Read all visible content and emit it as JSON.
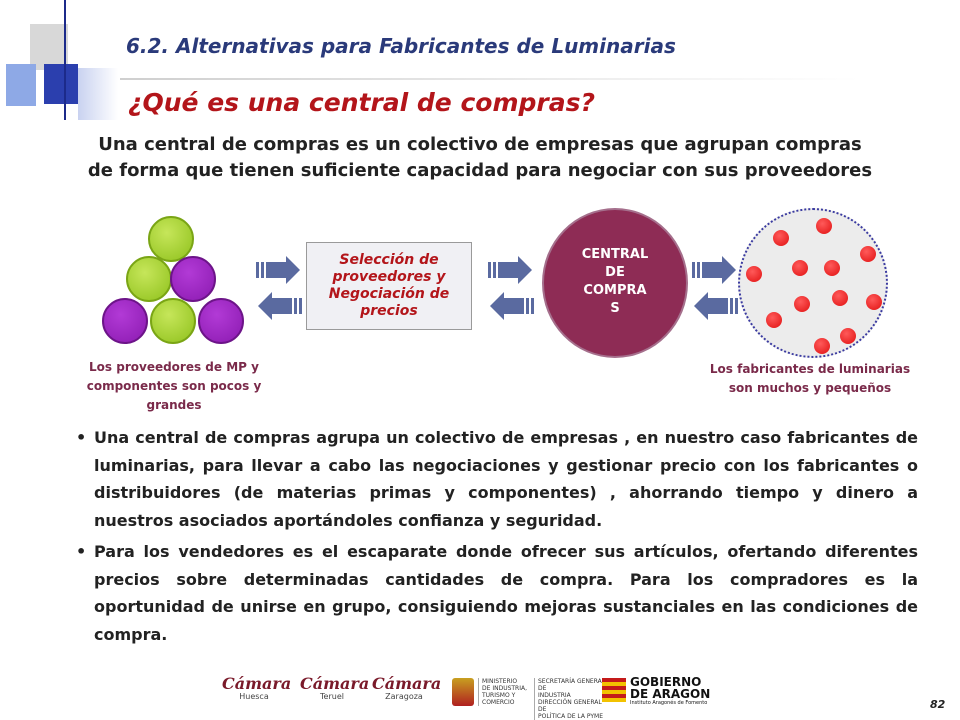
{
  "header": {
    "section_title": "6.2. Alternativas para Fabricantes de Luminarias",
    "main_title": "¿Qué es una central de compras?"
  },
  "intro": {
    "line1": "Una central de compras es un colectivo de empresas que agrupan compras",
    "line2": "de forma que tienen suficiente capacidad para negociar con sus proveedores"
  },
  "diagram": {
    "suppliers_caption": [
      "Los proveedores de MP y",
      "componentes son pocos y",
      "grandes"
    ],
    "box_text": [
      "Selección de",
      "proveedores y",
      "Negociación de",
      "precios"
    ],
    "central_label": [
      "CENTRAL",
      "DE",
      "COMPRA",
      "S"
    ],
    "manufacturers_caption": [
      "Los fabricantes de luminarias",
      "son muchos y pequeños"
    ]
  },
  "bullets": [
    "Una central de compras agrupa un colectivo de empresas , en nuestro caso fabricantes de luminarias, para llevar a cabo las negociaciones y gestionar precio con los fabricantes o distribuidores (de materias primas y componentes) , ahorrando tiempo y dinero a nuestros asociados aportándoles confianza y seguridad.",
    "Para los vendedores es el escaparate donde ofrecer sus artículos, ofertando diferentes precios sobre determinadas cantidades de compra. Para los compradores es la oportunidad de unirse en grupo, consiguiendo mejoras sustanciales en las condiciones de compra."
  ],
  "footer": {
    "logos": [
      {
        "name": "Cámara",
        "sub": "Huesca"
      },
      {
        "name": "Cámara",
        "sub": "Teruel"
      },
      {
        "name": "Cámara",
        "sub": "Zaragoza"
      }
    ],
    "ministry": [
      "MINISTERIO",
      "DE INDUSTRIA,",
      "TURISMO Y",
      "COMERCIO"
    ],
    "secretaria": [
      "SECRETARÍA GENERAL DE",
      "INDUSTRIA",
      "DIRECCIÓN GENERAL DE",
      "POLÍTICA DE LA PYME"
    ],
    "gobierno": [
      "GOBIERNO",
      "DE ARAGON"
    ],
    "gobierno_sub": "Instituto Aragonés de Fomento",
    "page_number": "82"
  },
  "colors": {
    "title_blue": "#2a3a7a",
    "title_red": "#b3151a",
    "central": "#8e2c55",
    "green": "#8fc11c",
    "purple": "#8b1ab0",
    "arrow": "#5a6aa0"
  }
}
